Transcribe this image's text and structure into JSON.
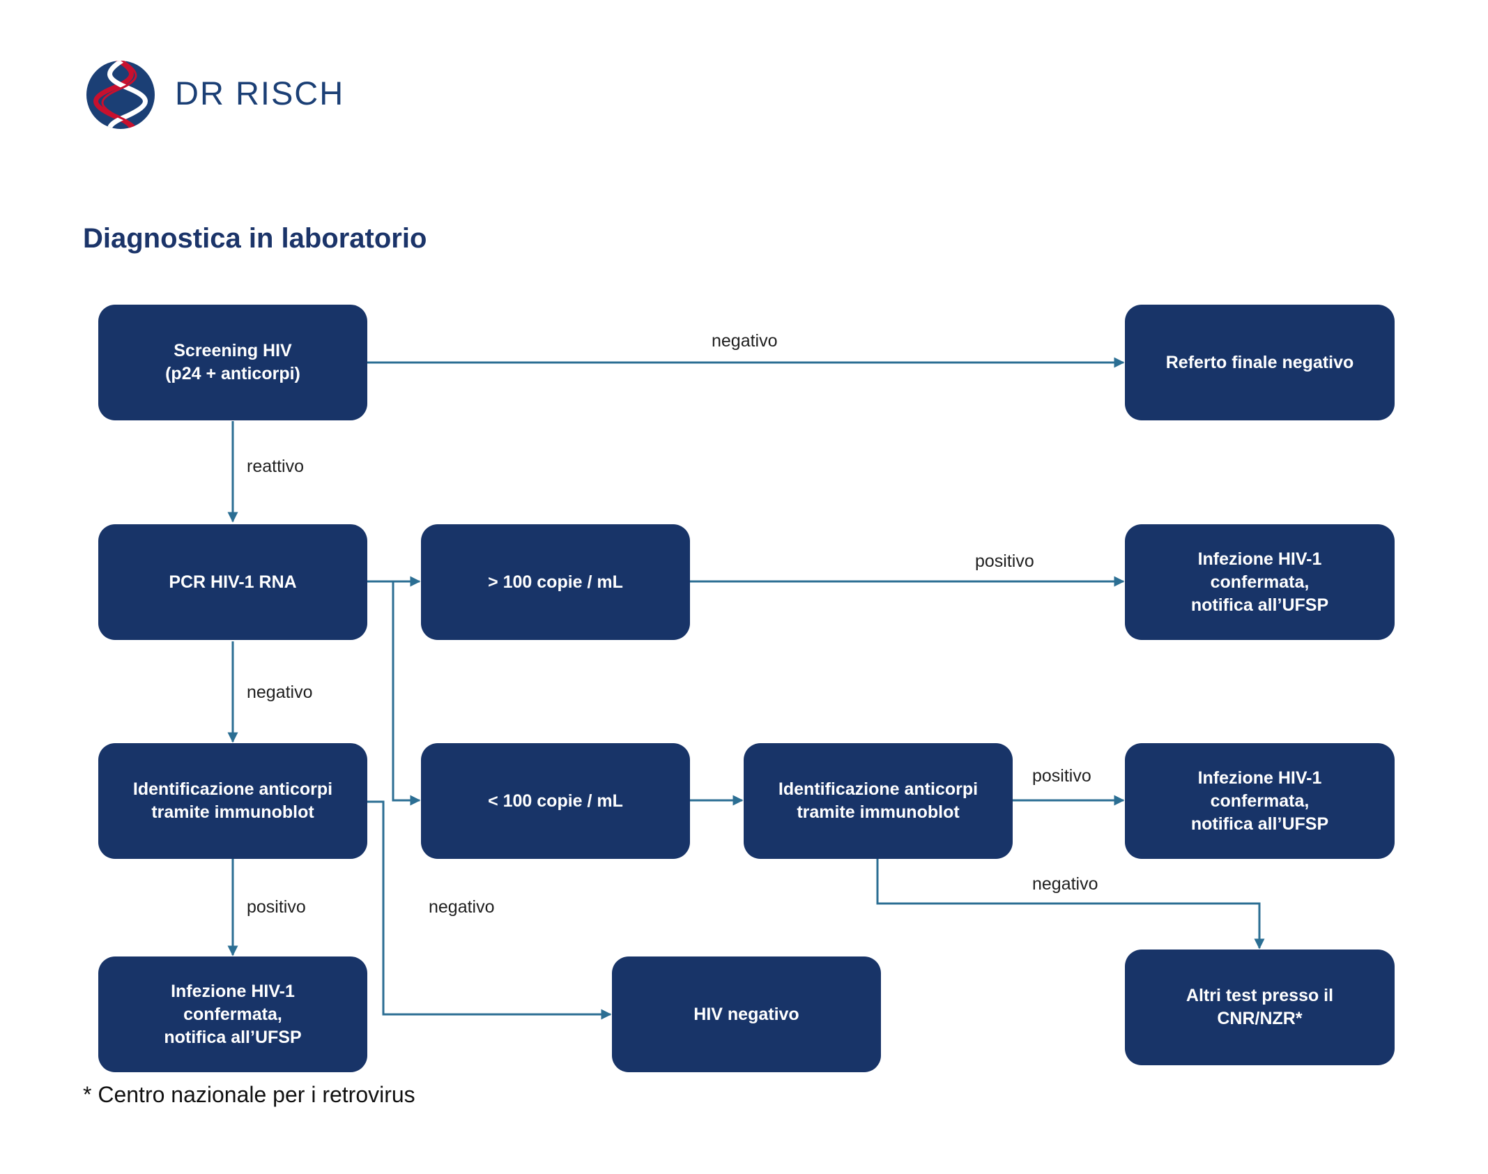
{
  "brand": {
    "name": "DR RISCH",
    "logo_icon": "dna-helix-icon",
    "colors": {
      "navy": "#1b3f75",
      "red": "#c8102e"
    }
  },
  "title": "Diagnostica in laboratorio",
  "colors": {
    "node": "#183468",
    "connector": "#2b6e93",
    "title": "#1b3469"
  },
  "nodes": {
    "screening": "Screening HIV\n(p24 + anticorpi)",
    "referto_negativo": "Referto finale negativo",
    "pcr": "PCR HIV-1 RNA",
    "gt100": "> 100 copie / mL",
    "infezione_1": "Infezione HIV-1\nconfermata,\nnotifica all’UFSP",
    "immunoblot_1": "Identificazione anticorpi\ntramite immunoblot",
    "lt100": "< 100 copie / mL",
    "immunoblot_2": "Identificazione anticorpi\ntramite immunoblot",
    "infezione_2": "Infezione HIV-1\nconfermata,\nnotifica all’UFSP",
    "infezione_3": "Infezione HIV-1\nconfermata,\nnotifica all’UFSP",
    "hiv_negativo": "HIV negativo",
    "altri_test": "Altri test presso il\nCNR/NZR*"
  },
  "edge_labels": {
    "screening_negativo": "negativo",
    "screening_reattivo": "reattivo",
    "gt100_positivo": "positivo",
    "pcr_negativo": "negativo",
    "immunoblot2_positivo": "positivo",
    "immunoblot2_negativo": "negativo",
    "immunoblot1_positivo": "positivo",
    "immunoblot1_negativo": "negativo"
  },
  "footnote": "* Centro nazionale per i retrovirus"
}
